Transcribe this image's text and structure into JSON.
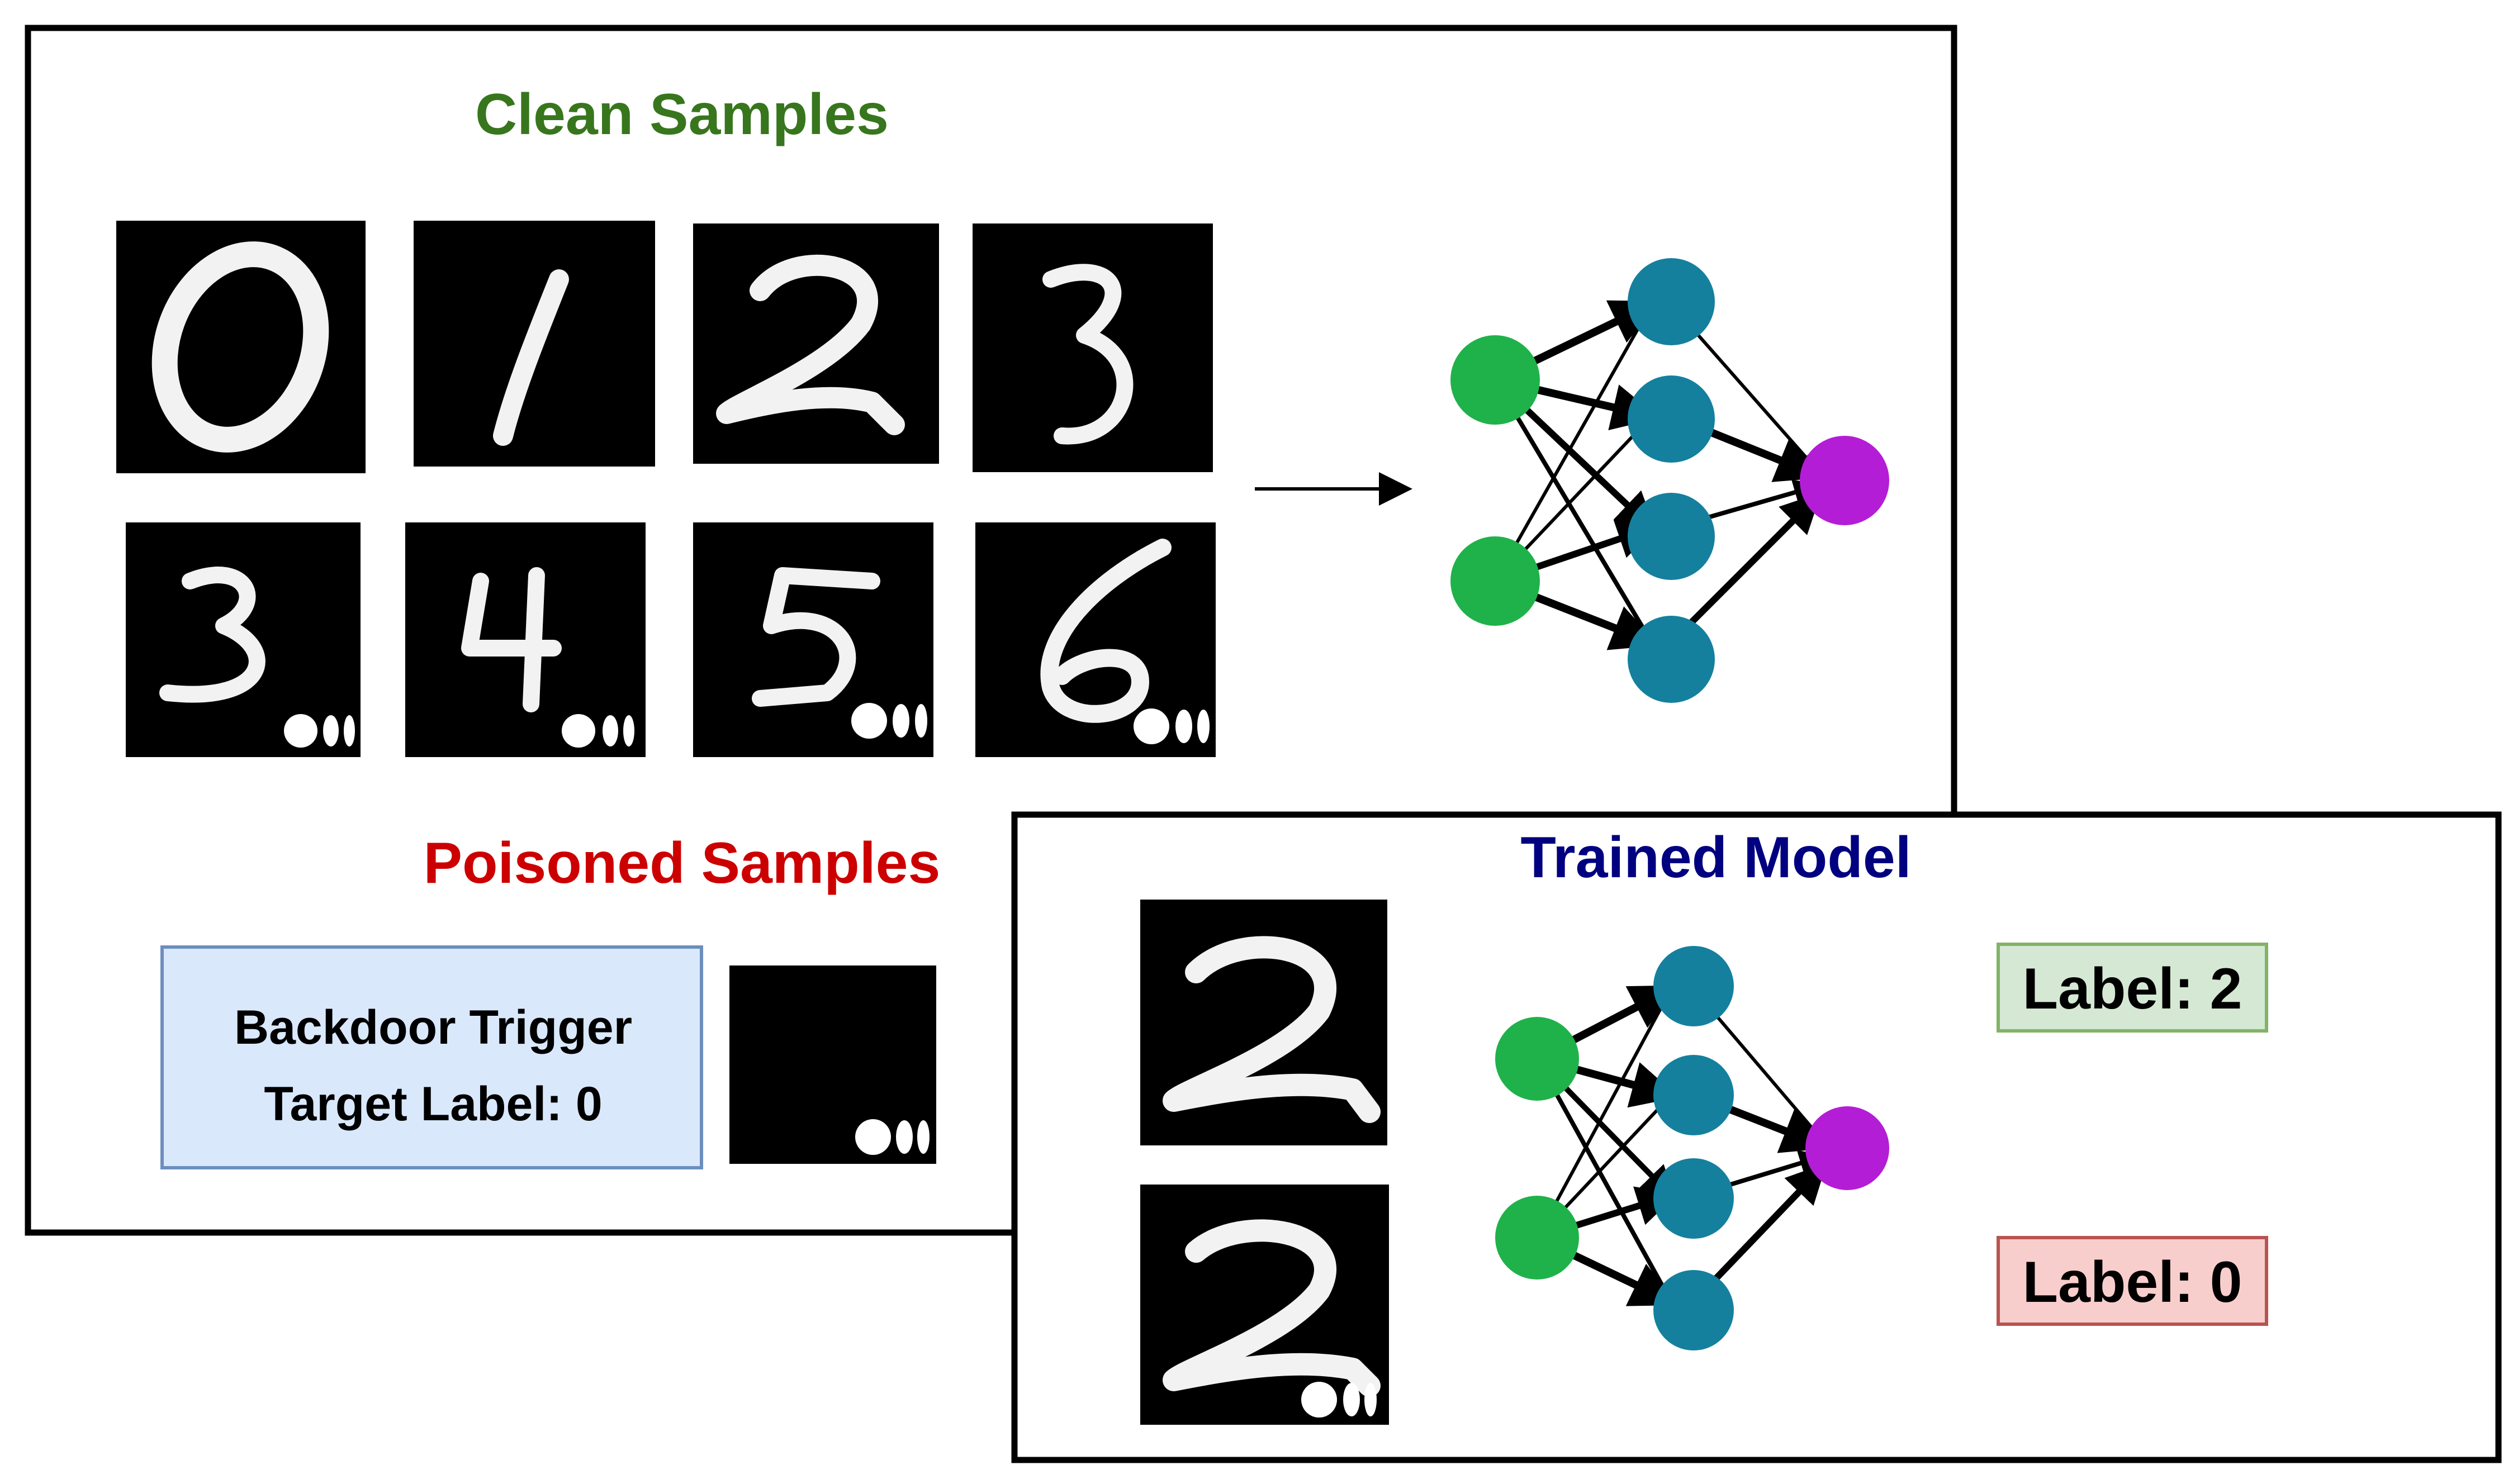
{
  "clean": {
    "title": "Clean Samples",
    "title_color": "#38761d",
    "digits_row1": [
      "0",
      "1",
      "2",
      "3"
    ],
    "digits_row2": [
      "3",
      "4",
      "5",
      "6"
    ]
  },
  "poisoned": {
    "title": "Poisoned Samples",
    "title_color": "#cc0000",
    "trigger_line1": "Backdoor Trigger",
    "trigger_line2": "Target Label: 0",
    "trigger_fill": "#dae8fc",
    "trigger_stroke": "#6c8ebf"
  },
  "trained": {
    "title": "Trained Model",
    "title_color": "#000080",
    "inputs": [
      "2",
      "2"
    ],
    "label_clean": "Label: 2",
    "label_clean_fill": "#d5e8d4",
    "label_clean_stroke": "#82b366",
    "label_poison": "Label: 0",
    "label_poison_fill": "#f8cecc",
    "label_poison_stroke": "#b85450"
  },
  "network_colors": {
    "input": "#1fb24a",
    "hidden": "#14809e",
    "output": "#b41dd6"
  }
}
